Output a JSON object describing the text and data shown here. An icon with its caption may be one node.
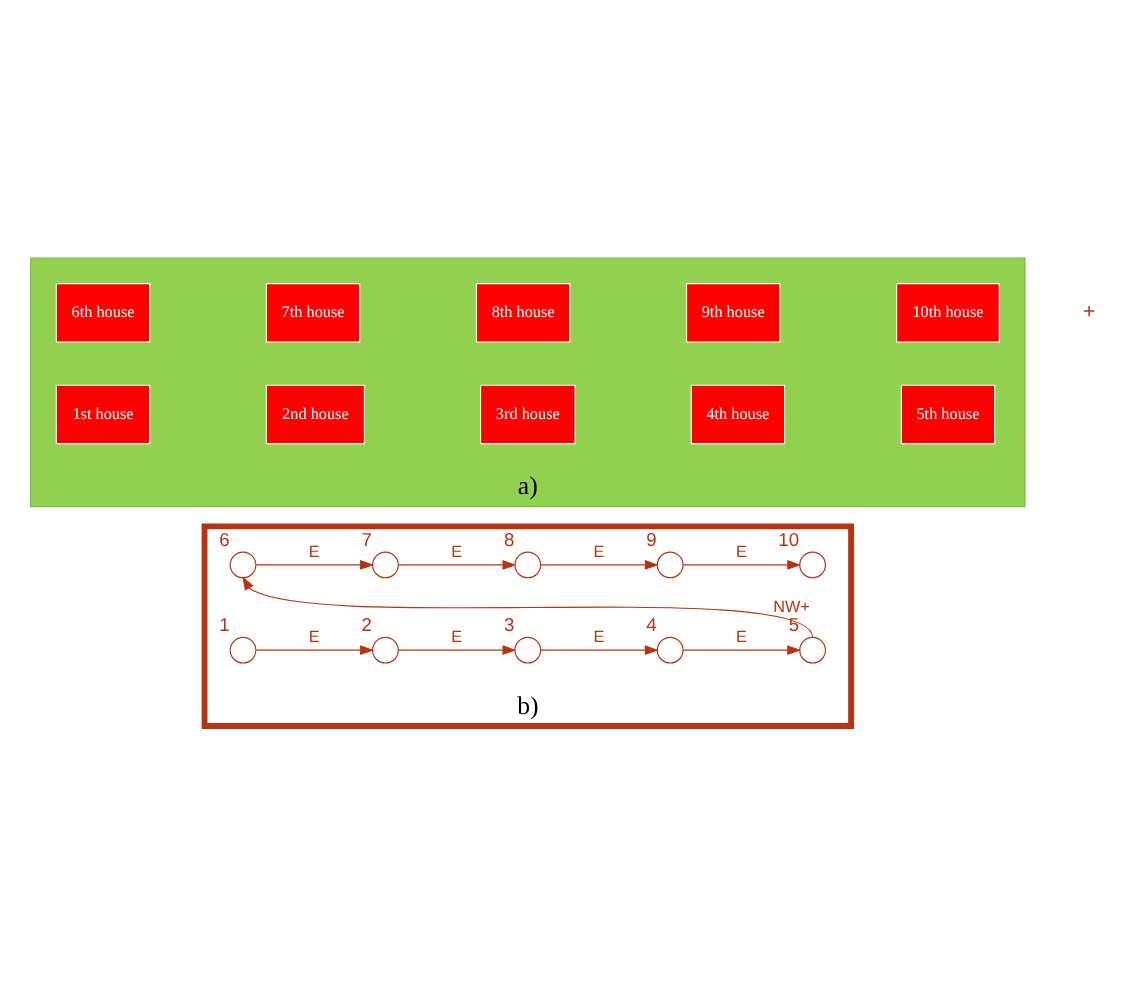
{
  "diagram": {
    "nodes": [
      {
        "text": [],
        "shape": "box",
        "beside": [
          "a)"
        ]
      },
      {
        "text": [
          "6th house"
        ],
        "in": 0
      },
      {
        "text": [
          "7th house"
        ],
        "in": 0
      },
      {
        "text": [
          "8th house"
        ],
        "in": 0
      },
      {
        "text": [
          "9th house"
        ],
        "in": 0
      },
      {
        "text": [
          "10th house"
        ],
        "in": 0
      },
      {
        "text": [
          "1st house"
        ],
        "in": 0
      },
      {
        "text": [
          "2nd house"
        ],
        "in": 0
      },
      {
        "text": [
          "3rd house"
        ],
        "in": 0
      },
      {
        "text": [
          "4th house"
        ],
        "in": 0
      },
      {
        "text": [
          "5th house"
        ],
        "in": 0
      },
      {
        "text": [],
        "shape": "box",
        "beside": [
          "b)"
        ]
      },
      {
        "text": [],
        "shape": "circle",
        "beside": [
          "6"
        ],
        "in": 11
      },
      {
        "text": [],
        "shape": "circle",
        "beside": [
          "7"
        ],
        "in": 11
      },
      {
        "text": [],
        "shape": "circle",
        "beside": [
          "8"
        ],
        "in": 11
      },
      {
        "text": [],
        "shape": "circle",
        "beside": [
          "9"
        ],
        "in": 11
      },
      {
        "text": [],
        "shape": "circle",
        "beside": [
          "10"
        ],
        "in": 11
      },
      {
        "text": [],
        "shape": "circle",
        "beside": [
          "1"
        ],
        "in": 11
      },
      {
        "text": [],
        "shape": "circle",
        "beside": [
          "2"
        ],
        "in": 11
      },
      {
        "text": [],
        "shape": "circle",
        "beside": [
          "3"
        ],
        "in": 11
      },
      {
        "text": [],
        "shape": "circle",
        "beside": [
          "4"
        ],
        "in": 11
      },
      {
        "text": [],
        "shape": "circle",
        "beside": [
          "5"
        ],
        "in": 11
      }
    ],
    "edges": [
      {
        "from": 12,
        "to": 13,
        "arrow": "to",
        "label": "E"
      },
      {
        "from": 13,
        "to": 14,
        "arrow": "to",
        "label": "E"
      },
      {
        "from": 14,
        "to": 15,
        "arrow": "to",
        "label": "E"
      },
      {
        "from": 15,
        "to": 16,
        "arrow": "to",
        "label": "E"
      },
      {
        "from": 17,
        "to": 18,
        "arrow": "to",
        "label": "E"
      },
      {
        "from": 18,
        "to": 19,
        "arrow": "to",
        "label": "E"
      },
      {
        "from": 19,
        "to": 20,
        "arrow": "to",
        "label": "E"
      },
      {
        "from": 20,
        "to": 21,
        "arrow": "to",
        "label": "E"
      },
      {
        "from": 21,
        "to": 12,
        "arrow": "to",
        "label": "NW+"
      }
    ],
    "labels": [
      "+"
    ]
  }
}
